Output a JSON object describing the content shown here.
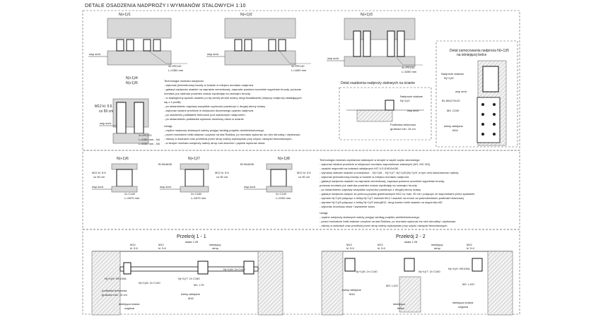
{
  "sheet_title": "DETALE OSADZENIA NADPROŻY I WYMIANÓW STALOWYCH  1:10",
  "top": {
    "details": [
      {
        "id": "N(+1)/1",
        "label": "N(+1)/1",
        "tag": "4x IPE140",
        "len": "L=2350 mm"
      },
      {
        "id": "N(+1)/2",
        "label": "N(+1)/2",
        "tag": "4x IPE140",
        "len": "L=1800 mm"
      },
      {
        "id": "N(+1)/3",
        "label": "N(+1)/3",
        "tag": "4x IPE240",
        "len": "L=3250 mm"
      }
    ],
    "wsp": "wsp arch.",
    "n14": "N(+1)/4",
    "n15": "N(+1)/5",
    "anchor1": "M12 kl. 5.6",
    "anchor2": "co 50 cm",
    "beam_tag": "2x IPE270",
    "beam_len1": "L=6380 mm - N4",
    "beam_len2": "L=6080 mm - N5",
    "tech_title": "Technologia montażu nadproża:",
    "tech_lines": [
      "- wykonać jednostronną bruzdę w ścianie w miejscu montażu nadproża",
      "- gabaryt nadproża osadzić na zaprawie cementowej, zaprowie powinna szczelnie wypełniać bruzdy, podczas",
      "  montażu już nadmiar powinien zostać wyciśnięty na zewnątrz bruzdy,",
      "- w analogiczny sposób osadzić po tej samej stronie ściany drugi kształtownik (dotyczy nadproży składających",
      "  się z 4 profili)",
      "- po stwardnieniu zaprawy wszystkie czynności powtórzyć z drugiej strony ściany",
      "- wykonać lokalne przebicie w miejscach docelowego oparcia nadproża",
      "- po osadzeniu podkładek betonowe pod osadzonym nadprożem",
      "- po stwardnieniu podkładek wykonać docelowy otwór w ścianie"
    ],
    "uwagi_title": "Uwagi:",
    "uwagi_lines": [
      "- rzędne nadproży stalowych należy przyjąć według projektu architektonicznego.",
      "- przed montażem belki stalowe oczyścić na stal Rabitza, po montażu wykonać na nich obrzutkę i otynkować.",
      "- otwory w ścianach oraz przebicia przez strop należy wykonywać przy użyciu narzędzi bezudarowych,",
      "- w stropie montażu nadproży należy strop nad otworem i pięknie wykonać otwór."
    ],
    "mid_caption": "Detal osadzenia nadproży stalowych na ścianie",
    "mid_n": "Nadproże stalowe",
    "mid_n2": "N(+1)/3",
    "mid_wsp": "wsp arch.",
    "mid_pod1": "Podlewka betonowa",
    "mid_pod2": "grubości min. 15 cm",
    "right_title1": "Detal zamocowania nadproża N(+1)/5",
    "right_title2": "na istniejącej belce",
    "right_n1": "Nadproże stalowe",
    "right_n2": "N(+1)/5",
    "right_wsp": "wsp arch.",
    "right_bl": "BL 80x270x10",
    "right_m4": "M4: C240",
    "right_kot1": "kotwy wklejane",
    "right_kot2": "M16"
  },
  "mid": {
    "details": [
      {
        "label": "N(+1)/6",
        "anchor": "M12 kl. 5.6",
        "spacing": "co 50 cm",
        "tag": "2x C140",
        "len": "L=2670 mm"
      },
      {
        "label": "N(+1)/7",
        "bl": "Bl 60x80/8",
        "anchor": "M12 kl. 5.6",
        "spacing": "co 50 cm",
        "tag": "2x C160",
        "len": "L=2670 mm"
      },
      {
        "label": "N(+1)/8",
        "bl": "Bl 50x60/8",
        "anchor": "M12 kl. 5.6",
        "spacing": "co 50 cm",
        "tag": "2x C140",
        "len": "L=2200 mm"
      }
    ],
    "wsp": "wsp arch.",
    "tech_title": "Technologia montażu wymianów stalowych w stropie w węźle szybu windowego:",
    "tech_lines": [
      "- wykonać lokalne przebicie w miejscach montażu wspornikowe stalowych (M1, M2, M3)",
      "- osadzić wsporniki na kotwach wklejanych HIT-V-5.8 M16x150",
      "- wymiany stalowe osadzić w kolejności: - N(+1)/6, - N(+1)/7, N(+1)/8 (N(+1)/9, w tym celu każdorazowo należy:",
      "     - wykonać jednostronną bruzdę w ścianie w miejscu montażu nadproża",
      "     - gabaryt nadproża osadzić na zaprawie cementowej, zaprawa powinna szczelnie wypełniać bruzdy,",
      "       podczas montażu już nadmiar powinien zostać wyciśnięty na zewnątrz bruzdy",
      "     - po stwardnieniu zaprawy wszystkie czynności powtórzyć z drugiej strony ściany",
      "     - gabaryt nadproża skręcić za pomocą prętów gwintowanych M12 co max. 50 cm i połączyć ze wspornikami przez spawanie",
      "     - wymian N(+1)/6 połączyć z belką N(+1)/7 śrubami M12 i osadzić na murze za pośrednictwem podlewki betonowej",
      "     - wymian N(+1)/8 połączyć z belką N(+1)/9 śrubąM12, drugi koniec belki osadzić na wsporniku M2",
      "- wykonać docelowy otwór i wyłożenie ścian."
    ],
    "uwagi_title": "Uwagi:",
    "uwagi_lines": [
      "- rzędne nadproży stalowych należy przyjąć według projektu architektonicznego.",
      "- przed montażem belki stalowe oczyścić na stal Rabitza, po montażu wykonać na nich obrzutkę i otynkować.",
      "- otwory w ścianach oraz przebicia przez strop należy wykonywać przy użyciu narzędzi bezudarowych."
    ]
  },
  "bottom": {
    "s1_title": "Przekrój 1 - 1",
    "s1_scale": "skala 1:25",
    "s1_m12a": "M12",
    "s1_kla": "kl. 5.6",
    "s1_m12b": "M12",
    "s1_klb": "kl. 5.6",
    "s1_ist": "istniejący",
    "s1_strop": "strop",
    "s1_n6": "N(+1)/6: 2x C140",
    "s1_n9": "N(+1)/9: HE100A",
    "s1_n8": "N(+1)/8: 2x C140",
    "s1_n7": "N(+1)/7: 2x C160",
    "s1_m1": "M1: L75",
    "s1_pod1": "podlewka betonowa",
    "s1_pod2": "grubości min. 15 cm",
    "s1_kot1": "kotwy wklejane",
    "s1_kot2": "M16",
    "s1_sc1": "istniejąca ściana",
    "s1_sc2": "ceglana",
    "s2_title": "Przekrój 2 - 2",
    "s2_scale": "skala 1:25",
    "s2_m12a": "M12",
    "s2_kla": "kl. 5.6",
    "s2_m12b": "M12",
    "s2_klb": "kl. 5.6",
    "s2_m12c": "M12",
    "s2_klc": "kl. 5.6",
    "s2_ist": "istniejący",
    "s2_strop": "strop",
    "s2_n6": "N(+1)/6: 2x C140",
    "s2_n7": "N(+1)/7: 2x C160",
    "s2_n9": "N(+1)/9: HE100A",
    "s2_m3": "M3: L120",
    "s2_m2": "M2: L120",
    "s2_kot1": "kotwy wklejane",
    "s2_kot2": "M16",
    "s2_ist2": "istniejąca",
    "s2_belka": "belka",
    "s2_sc1": "istniejąca ściana",
    "s2_sc2": "ceglana"
  }
}
